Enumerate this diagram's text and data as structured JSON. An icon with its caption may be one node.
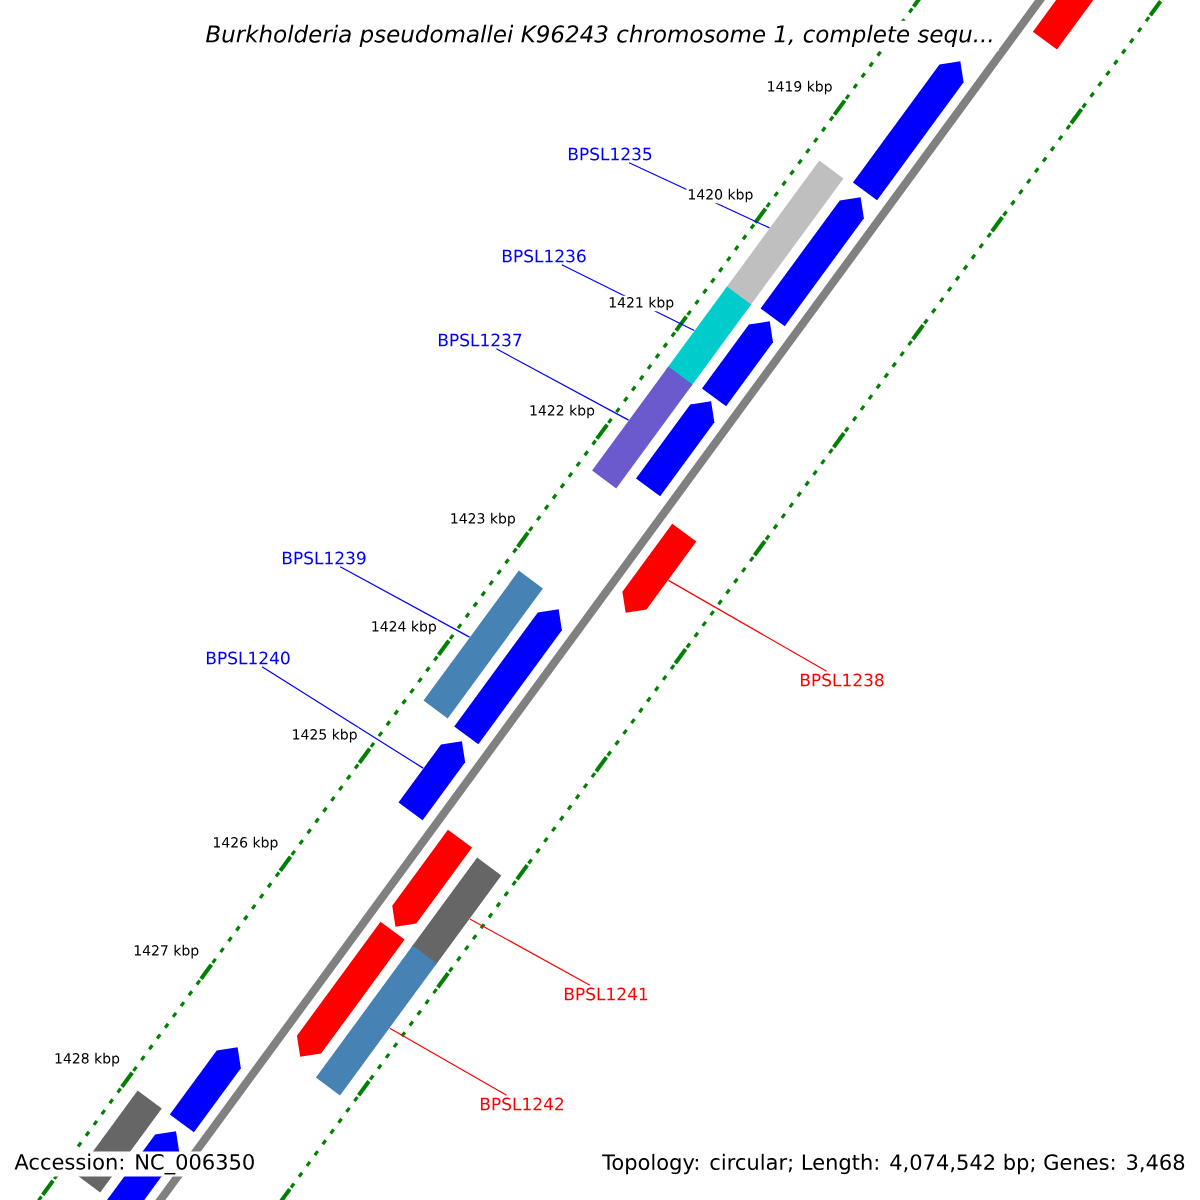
{
  "diagram": {
    "title": "Burkholderia pseudomallei K96243 chromosome 1, complete sequ...",
    "nodes": [
      {
        "text": [
          "BPSL1235"
        ]
      },
      {
        "text": [],
        "shape": "bar"
      },
      {
        "text": [
          "BPSL1236"
        ]
      },
      {
        "text": [],
        "shape": "bar"
      },
      {
        "text": [
          "BPSL1237"
        ]
      },
      {
        "text": [],
        "shape": "bar"
      },
      {
        "text": [
          "BPSL1239"
        ]
      },
      {
        "text": [],
        "shape": "bar"
      },
      {
        "text": [
          "BPSL1240"
        ]
      },
      {
        "text": [],
        "shape": "arrow"
      },
      {
        "text": [
          "BPSL1238"
        ]
      },
      {
        "text": [],
        "shape": "arrow"
      },
      {
        "text": [
          "BPSL1241"
        ]
      },
      {
        "text": [],
        "shape": "bar"
      },
      {
        "text": [
          "BPSL1242"
        ]
      },
      {
        "text": [],
        "shape": "bar"
      },
      {
        "text": [],
        "shape": "arrow"
      },
      {
        "text": [],
        "shape": "arrow"
      },
      {
        "text": [],
        "shape": "arrow"
      },
      {
        "text": [],
        "shape": "arrow"
      },
      {
        "text": [],
        "shape": "arrow"
      },
      {
        "text": [],
        "shape": "arrow"
      },
      {
        "text": [],
        "shape": "arrow"
      },
      {
        "text": [],
        "shape": "bar"
      },
      {
        "text": [],
        "shape": "arrow"
      },
      {
        "text": [],
        "shape": "arrow"
      },
      {
        "text": [],
        "shape": "bar"
      }
    ],
    "edges": [
      {
        "from": 0,
        "to": 1,
        "arrow": "none"
      },
      {
        "from": 2,
        "to": 3,
        "arrow": "none"
      },
      {
        "from": 4,
        "to": 5,
        "arrow": "none"
      },
      {
        "from": 6,
        "to": 7,
        "arrow": "none"
      },
      {
        "from": 8,
        "to": 9,
        "arrow": "none"
      },
      {
        "from": 10,
        "to": 11,
        "arrow": "none",
        "color": "#ff0000"
      },
      {
        "from": 12,
        "to": 13,
        "arrow": "none",
        "color": "#ff0000"
      },
      {
        "from": 14,
        "to": 15,
        "arrow": "none",
        "color": "#ff0000"
      }
    ],
    "labels": [
      "1419 kbp",
      "1420 kbp",
      "1421 kbp",
      "1422 kbp",
      "1423 kbp",
      "1424 kbp",
      "1425 kbp",
      "1426 kbp",
      "1427 kbp",
      "1428 kbp",
      "Accession: NC_006350",
      "Topology: circular; Length: 4,074,542 bp; Genes: 3,468"
    ]
  }
}
